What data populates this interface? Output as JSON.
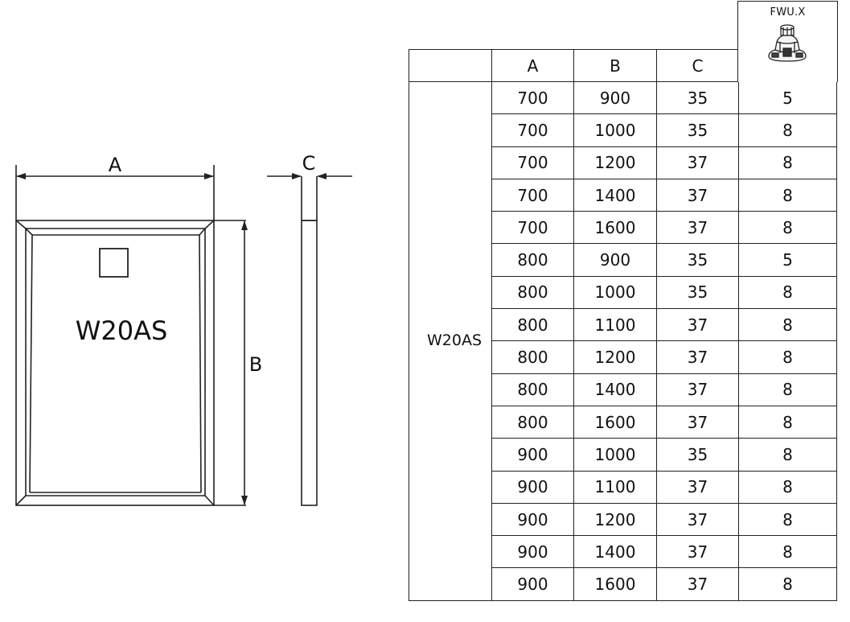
{
  "drawing": {
    "label_a": "A",
    "label_b": "B",
    "label_c": "C",
    "tray_model": "W20AS"
  },
  "table": {
    "model": "W20AS",
    "headers": {
      "empty": "",
      "a": "A",
      "b": "B",
      "c": "C",
      "fwu": "FWU.X"
    },
    "fwu_icon": "feet-support-icon",
    "rows": [
      {
        "a": "700",
        "b": "900",
        "c": "35",
        "fwu": "5"
      },
      {
        "a": "700",
        "b": "1000",
        "c": "35",
        "fwu": "8"
      },
      {
        "a": "700",
        "b": "1200",
        "c": "37",
        "fwu": "8"
      },
      {
        "a": "700",
        "b": "1400",
        "c": "37",
        "fwu": "8"
      },
      {
        "a": "700",
        "b": "1600",
        "c": "37",
        "fwu": "8"
      },
      {
        "a": "800",
        "b": "900",
        "c": "35",
        "fwu": "5"
      },
      {
        "a": "800",
        "b": "1000",
        "c": "35",
        "fwu": "8"
      },
      {
        "a": "800",
        "b": "1100",
        "c": "37",
        "fwu": "8"
      },
      {
        "a": "800",
        "b": "1200",
        "c": "37",
        "fwu": "8"
      },
      {
        "a": "800",
        "b": "1400",
        "c": "37",
        "fwu": "8"
      },
      {
        "a": "800",
        "b": "1600",
        "c": "37",
        "fwu": "8"
      },
      {
        "a": "900",
        "b": "1000",
        "c": "35",
        "fwu": "8"
      },
      {
        "a": "900",
        "b": "1100",
        "c": "37",
        "fwu": "8"
      },
      {
        "a": "900",
        "b": "1200",
        "c": "37",
        "fwu": "8"
      },
      {
        "a": "900",
        "b": "1400",
        "c": "37",
        "fwu": "8"
      },
      {
        "a": "900",
        "b": "1600",
        "c": "37",
        "fwu": "8"
      }
    ]
  }
}
